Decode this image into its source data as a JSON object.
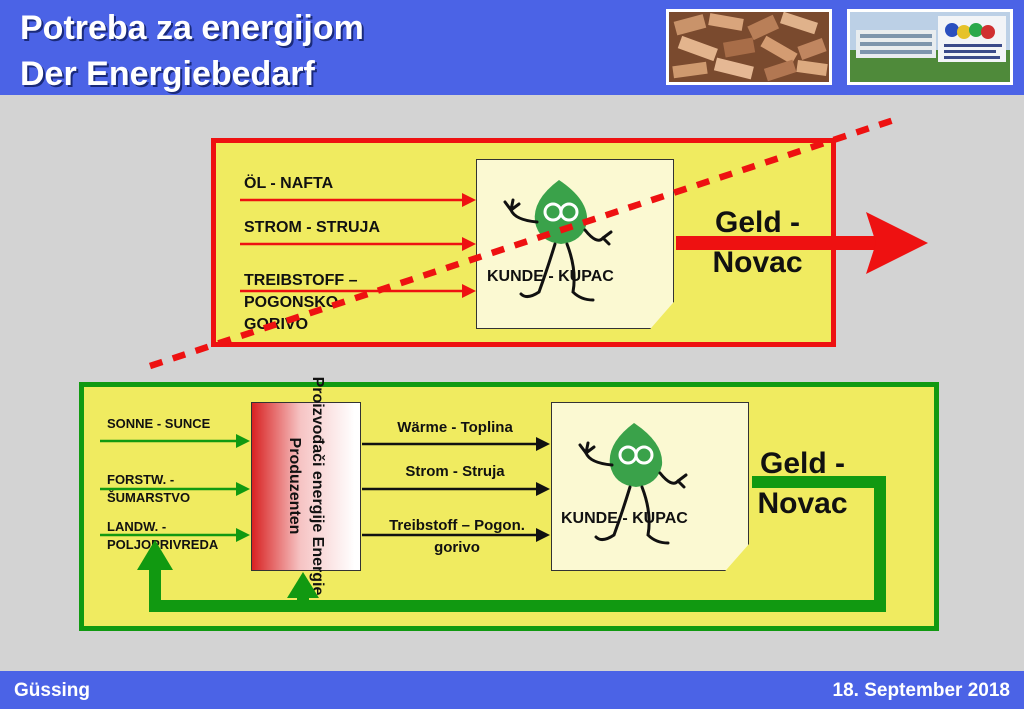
{
  "header": {
    "title_line1": "Potreba za energijom",
    "title_line2": "Der Energiebedarf"
  },
  "footer": {
    "left": "Güssing",
    "right": "18. September 2018"
  },
  "top_section": {
    "inputs": [
      "ÖL - NAFTA",
      "STROM - STRUJA",
      "TREIBSTOFF – POGONSKO GORIVO"
    ],
    "customer_label": "KUNDE - KUPAC",
    "money_label": "Geld - Novac"
  },
  "bottom_section": {
    "sources": [
      "SONNE - SUNCE",
      "FORSTW. - ŠUMARSTVO",
      "LANDW. - POLJOPRIVREDA"
    ],
    "producer_label": "Proizvođači energije Energie Produzenten",
    "outputs": [
      "Wärme - Toplina",
      "Strom - Struja",
      "Treibstoff – Pogon. gorivo"
    ],
    "customer_label": "KUNDE - KUPAC",
    "money_label": "Geld - Novac"
  },
  "colors": {
    "header_blue": "#4b63e6",
    "top_border_red": "#ee1111",
    "bottom_border_green": "#119911",
    "box_yellow": "#f0eb60",
    "leaf_green": "#3aa24a"
  },
  "icons": [
    "wood-chips-photo",
    "building-photo",
    "leaf-figure-icon"
  ]
}
